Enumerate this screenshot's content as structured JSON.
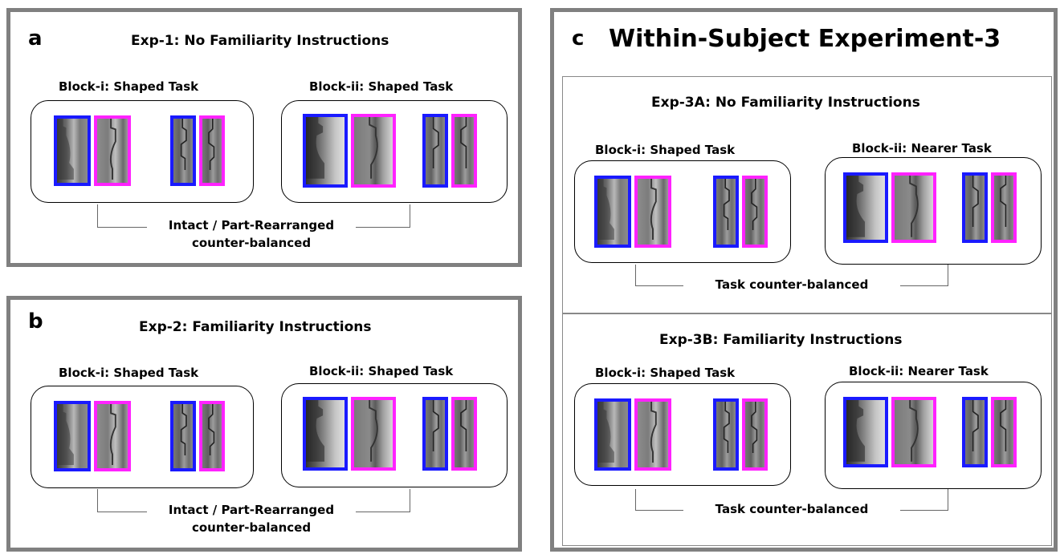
{
  "panels": {
    "a": {
      "letter": "a",
      "title": "Exp-1: No Familiarity Instructions",
      "block1": "Block-i: Shaped Task",
      "block2": "Block-ii: Shaped Task",
      "note_line1": "Intact / Part-Rearranged",
      "note_line2": "counter-balanced"
    },
    "b": {
      "letter": "b",
      "title": "Exp-2: Familiarity Instructions",
      "block1": "Block-i: Shaped Task",
      "block2": "Block-ii: Shaped Task",
      "note_line1": "Intact / Part-Rearranged",
      "note_line2": "counter-balanced"
    },
    "c": {
      "letter": "c",
      "title": "Within-Subject Experiment-3",
      "exp3a": {
        "title": "Exp-3A: No Familiarity Instructions",
        "block1": "Block-i: Shaped Task",
        "block2": "Block-ii: Nearer Task",
        "note": "Task counter-balanced"
      },
      "exp3b": {
        "title": "Exp-3B: Familiarity Instructions",
        "block1": "Block-i: Shaped Task",
        "block2": "Block-ii: Nearer Task",
        "note": "Task counter-balanced"
      }
    }
  },
  "colors": {
    "frame_blue": "#1a1aff",
    "frame_magenta": "#ff22ff",
    "panel_border": "#808080"
  }
}
